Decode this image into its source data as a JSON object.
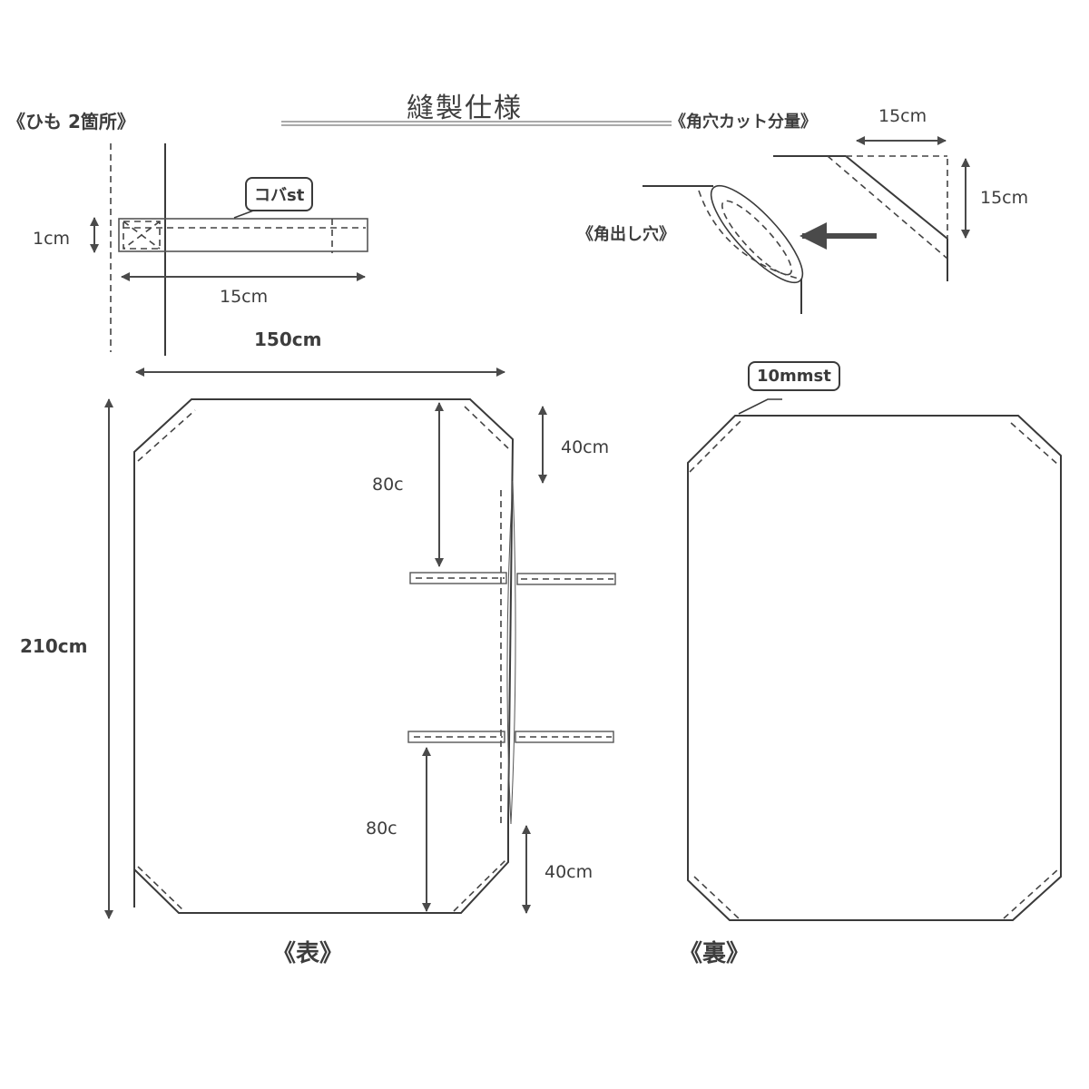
{
  "title": "縫製仕様",
  "sections": {
    "himo": "《ひも 2箇所》",
    "corner_cut": "《角穴カット分量》",
    "corner_hole": "《角出し穴》",
    "front": "《表》",
    "back": "《裏》"
  },
  "callouts": {
    "koba_stitch": "コバst",
    "stitch_10mm": "10mmst"
  },
  "dimensions": {
    "himo_width": "1cm",
    "himo_length": "15cm",
    "corner_cut_width": "15cm",
    "corner_cut_height": "15cm",
    "total_width": "150cm",
    "total_height": "210cm",
    "upper_tie_offset": "80c",
    "lower_tie_offset": "80c",
    "top_opening": "40cm",
    "bottom_opening": "40cm"
  },
  "colors": {
    "line": "#3a3a3a",
    "text": "#3d3d3d",
    "background": "#ffffff"
  }
}
